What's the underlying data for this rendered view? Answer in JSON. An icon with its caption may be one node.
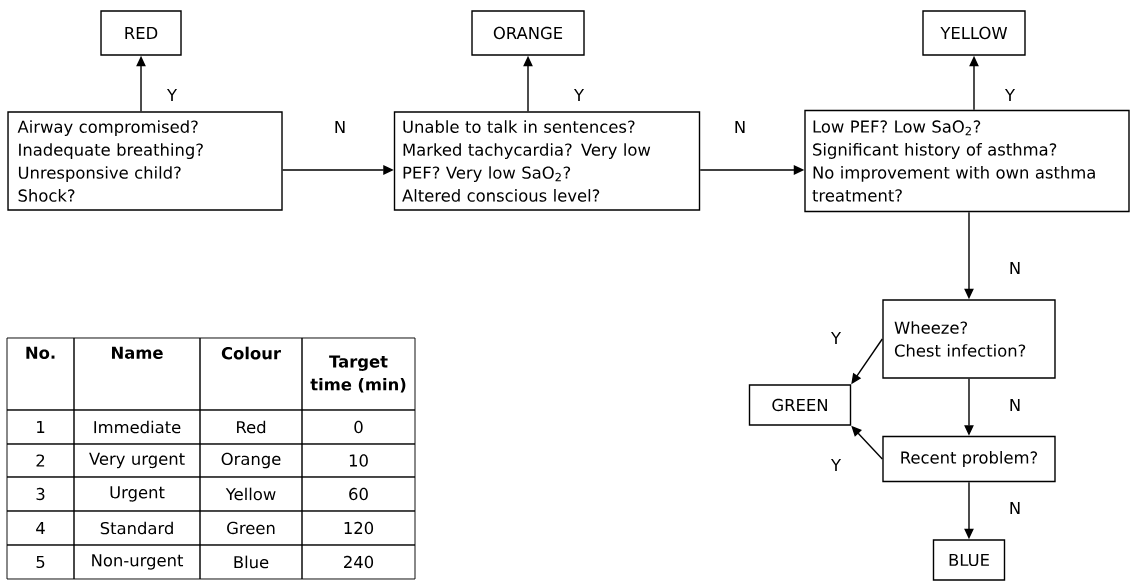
{
  "diagram": {
    "nodes": [
      {
        "text": [
          "RED"
        ]
      },
      {
        "text": [
          "ORANGE"
        ]
      },
      {
        "text": [
          "YELLOW"
        ]
      },
      {
        "text": [
          "Airway compromised?",
          "Inadequate breathing?",
          "Unresponsive child?",
          "Shock?"
        ]
      },
      {
        "text": [
          "Unable to talk in sentences?",
          "Marked tachycardia? Very low PEF? Very low SaO$_{2}$?",
          "Altered conscious level?"
        ]
      },
      {
        "text": [
          "Low PEF? Low SaO$_{2}$?",
          "Significant history of asthma?",
          "No improvement with own asthma treatment?"
        ]
      },
      {
        "text": [
          "Wheeze?",
          "Chest infection?"
        ]
      },
      {
        "text": [
          "GREEN"
        ]
      },
      {
        "text": [
          "Recent problem?"
        ]
      },
      {
        "text": [
          "BLUE"
        ]
      }
    ],
    "edges": [
      {
        "from": 3,
        "to": 0,
        "arrow": "to",
        "label": "Y"
      },
      {
        "from": 3,
        "to": 4,
        "arrow": "to",
        "label": "N"
      },
      {
        "from": 4,
        "to": 1,
        "arrow": "to",
        "label": "Y"
      },
      {
        "from": 4,
        "to": 5,
        "arrow": "to",
        "label": "N"
      },
      {
        "from": 5,
        "to": 2,
        "arrow": "to",
        "label": "Y"
      },
      {
        "from": 5,
        "to": 6,
        "arrow": "to",
        "label": "N"
      },
      {
        "from": 6,
        "to": 7,
        "arrow": "to",
        "label": "Y"
      },
      {
        "from": 6,
        "to": 8,
        "arrow": "to",
        "label": "N"
      },
      {
        "from": 8,
        "to": 7,
        "arrow": "to",
        "label": "Y"
      },
      {
        "from": 8,
        "to": 9,
        "arrow": "to",
        "label": "N"
      }
    ],
    "labels": [
      "No.",
      "Name",
      "Colour",
      "Target time (min)",
      "1",
      "Immediate",
      "Red",
      "0",
      "2",
      "Very urgent",
      "Orange",
      "10",
      "3",
      "Urgent",
      "Yellow",
      "60",
      "4",
      "Standard",
      "Green",
      "120",
      "5",
      "Non-urgent",
      "Blue",
      "240"
    ]
  }
}
